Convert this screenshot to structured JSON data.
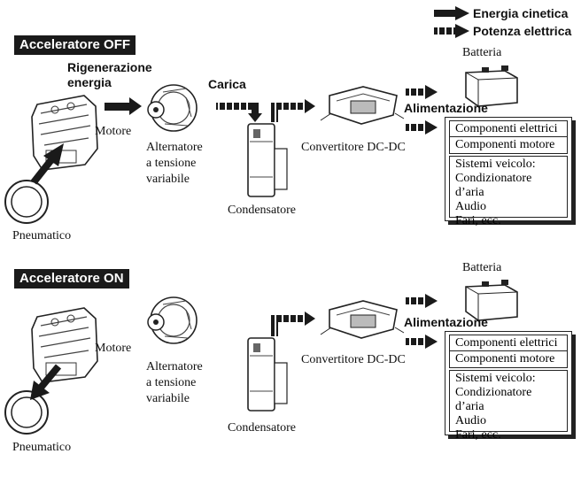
{
  "legend": {
    "kinetic_label": "Energia cinetica",
    "electric_label": "Potenza elettrica"
  },
  "top_panel": {
    "state_label": "Acceleratore OFF",
    "regen_label_1": "Rigenerazione",
    "regen_label_2": "energia",
    "charge_label": "Carica",
    "engine_label": "Motore",
    "tire_label": "Pneumatico",
    "alternator_1": "Alternatore",
    "alternator_2": "a tensione",
    "alternator_3": "variabile",
    "capacitor_label": "Condensatore",
    "converter_label": "Convertitore DC-DC",
    "battery_label": "Batteria",
    "supply_label": "Alimentazione",
    "loads": {
      "electrical": "Componenti elettrici",
      "engine_parts": "Componenti motore",
      "vehicle_systems": "Sistemi veicolo:",
      "ac": "Condizionatore d’aria",
      "audio": "Audio",
      "lights": "Fari, ecc."
    }
  },
  "bottom_panel": {
    "state_label": "Acceleratore ON",
    "engine_label": "Motore",
    "tire_label": "Pneumatico",
    "alternator_1": "Alternatore",
    "alternator_2": "a tensione",
    "alternator_3": "variabile",
    "capacitor_label": "Condensatore",
    "converter_label": "Convertitore DC-DC",
    "battery_label": "Batteria",
    "supply_label": "Alimentazione",
    "loads": {
      "electrical": "Componenti elettrici",
      "engine_parts": "Componenti motore",
      "vehicle_systems": "Sistemi veicolo:",
      "ac": "Condizionatore d’aria",
      "audio": "Audio",
      "lights": "Fari, ecc."
    }
  },
  "colors": {
    "ink": "#1a1a1a",
    "paper": "#ffffff"
  }
}
